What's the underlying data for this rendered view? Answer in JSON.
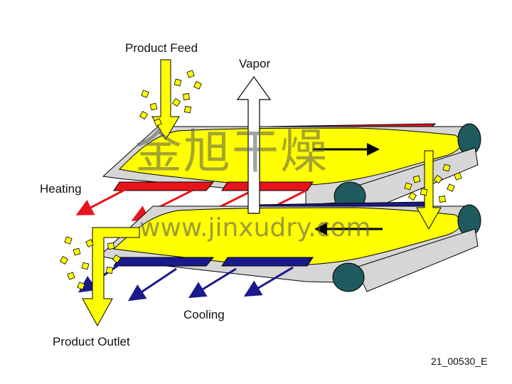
{
  "labels": {
    "product_feed": "Product Feed",
    "vapor": "Vapor",
    "heating": "Heating",
    "cooling": "Cooling",
    "product_outlet": "Product Outlet",
    "figure_code": "21_00530_E"
  },
  "watermark": {
    "chinese": "金旭干燥",
    "url": "www.jinxudry.com"
  },
  "colors": {
    "heating": "#e8141c",
    "cooling": "#1a1a8c",
    "product": "#ffff00",
    "belt": "#d6d6d6",
    "roller": "#1f5a5e",
    "vapor_arrow": "#ffffff"
  }
}
